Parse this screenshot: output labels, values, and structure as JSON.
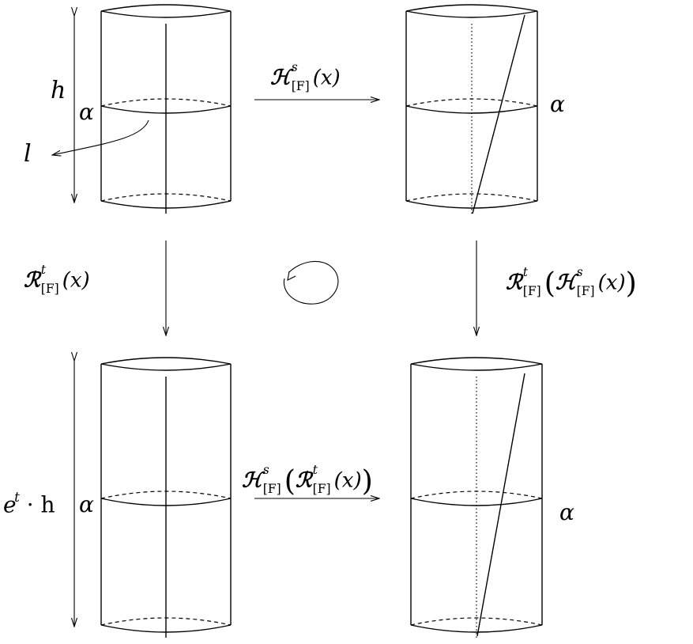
{
  "labels": {
    "h": "h",
    "alpha": "α",
    "l": "l",
    "eth_e": "e",
    "eth_t": "t",
    "eth_rest": " · h",
    "H": "ℋ",
    "R": "ℛ",
    "s": "s",
    "t": "t",
    "F": "[F]",
    "x": "(x)"
  }
}
